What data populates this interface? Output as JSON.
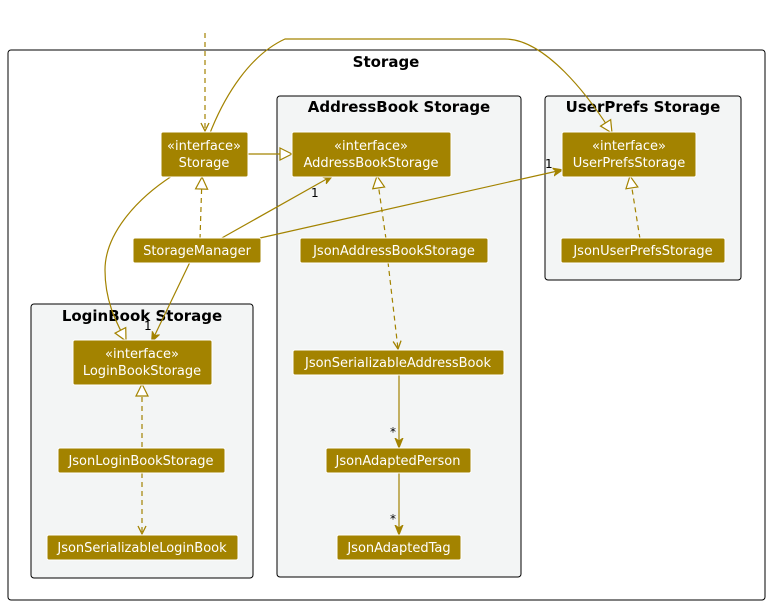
{
  "packages": {
    "storage": "Storage",
    "addressbook": "AddressBook Storage",
    "userprefs": "UserPrefs Storage",
    "loginbook": "LoginBook Storage"
  },
  "classes": {
    "storage_stereo": "«interface»",
    "storage_name": "Storage",
    "addressbook_storage_stereo": "«interface»",
    "addressbook_storage_name": "AddressBookStorage",
    "userprefs_storage_stereo": "«interface»",
    "userprefs_storage_name": "UserPrefsStorage",
    "loginbook_storage_stereo": "«interface»",
    "loginbook_storage_name": "LoginBookStorage",
    "storage_manager": "StorageManager",
    "json_addressbook_storage": "JsonAddressBookStorage",
    "json_userprefs_storage": "JsonUserPrefsStorage",
    "json_serializable_addressbook": "JsonSerializableAddressBook",
    "json_adapted_person": "JsonAdaptedPerson",
    "json_adapted_tag": "JsonAdaptedTag",
    "json_loginbook_storage": "JsonLoginBookStorage",
    "json_serializable_loginbook": "JsonSerializableLoginBook"
  },
  "multiplicities": {
    "to_addressbook_storage": "1",
    "to_userprefs_storage": "1",
    "to_loginbook_storage": "1",
    "to_json_adapted_person": "*",
    "to_json_adapted_tag": "*"
  },
  "colors": {
    "class_fill": "#a38300",
    "package_fill": "#f3f5f5",
    "edge": "#a38300"
  }
}
